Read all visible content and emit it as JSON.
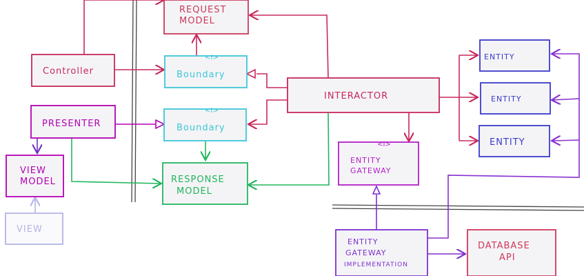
{
  "title": "Clean Architecture use case diagram",
  "colors": {
    "controller": "#c8285a",
    "request": "#c83a5e",
    "boundary": "#3cc6d8",
    "presenter": "#b400b4",
    "response": "#22b55e",
    "interactor": "#c8285a",
    "entity": "#3a3acb",
    "gateway": "#b41ec8",
    "gateway_impl": "#7d2fd0",
    "database": "#d0375a",
    "view": "#b4b4e6",
    "boundary_line": "#444444"
  },
  "nodes": {
    "request_model": [
      "REQUEST",
      "MODEL"
    ],
    "controller": "Controller",
    "boundary_input": "Boundary",
    "boundary_output": "Boundary",
    "interface_marker": "<I>",
    "presenter": "PRESENTER",
    "view_model": [
      "VIEW",
      "MODEL"
    ],
    "view": "VIEW",
    "response_model": [
      "RESPONSE",
      "MODEL"
    ],
    "interactor": "INTERACTOR",
    "entity_gateway": [
      "ENTITY",
      "GATEWAY"
    ],
    "entities": [
      "ENTITY",
      "ENTITY",
      "ENTITY"
    ],
    "entity_gateway_impl": [
      "ENTITY",
      "GATEWAY",
      "IMPLEMENTATION"
    ],
    "database_api": [
      "DATABASE",
      "API"
    ]
  }
}
